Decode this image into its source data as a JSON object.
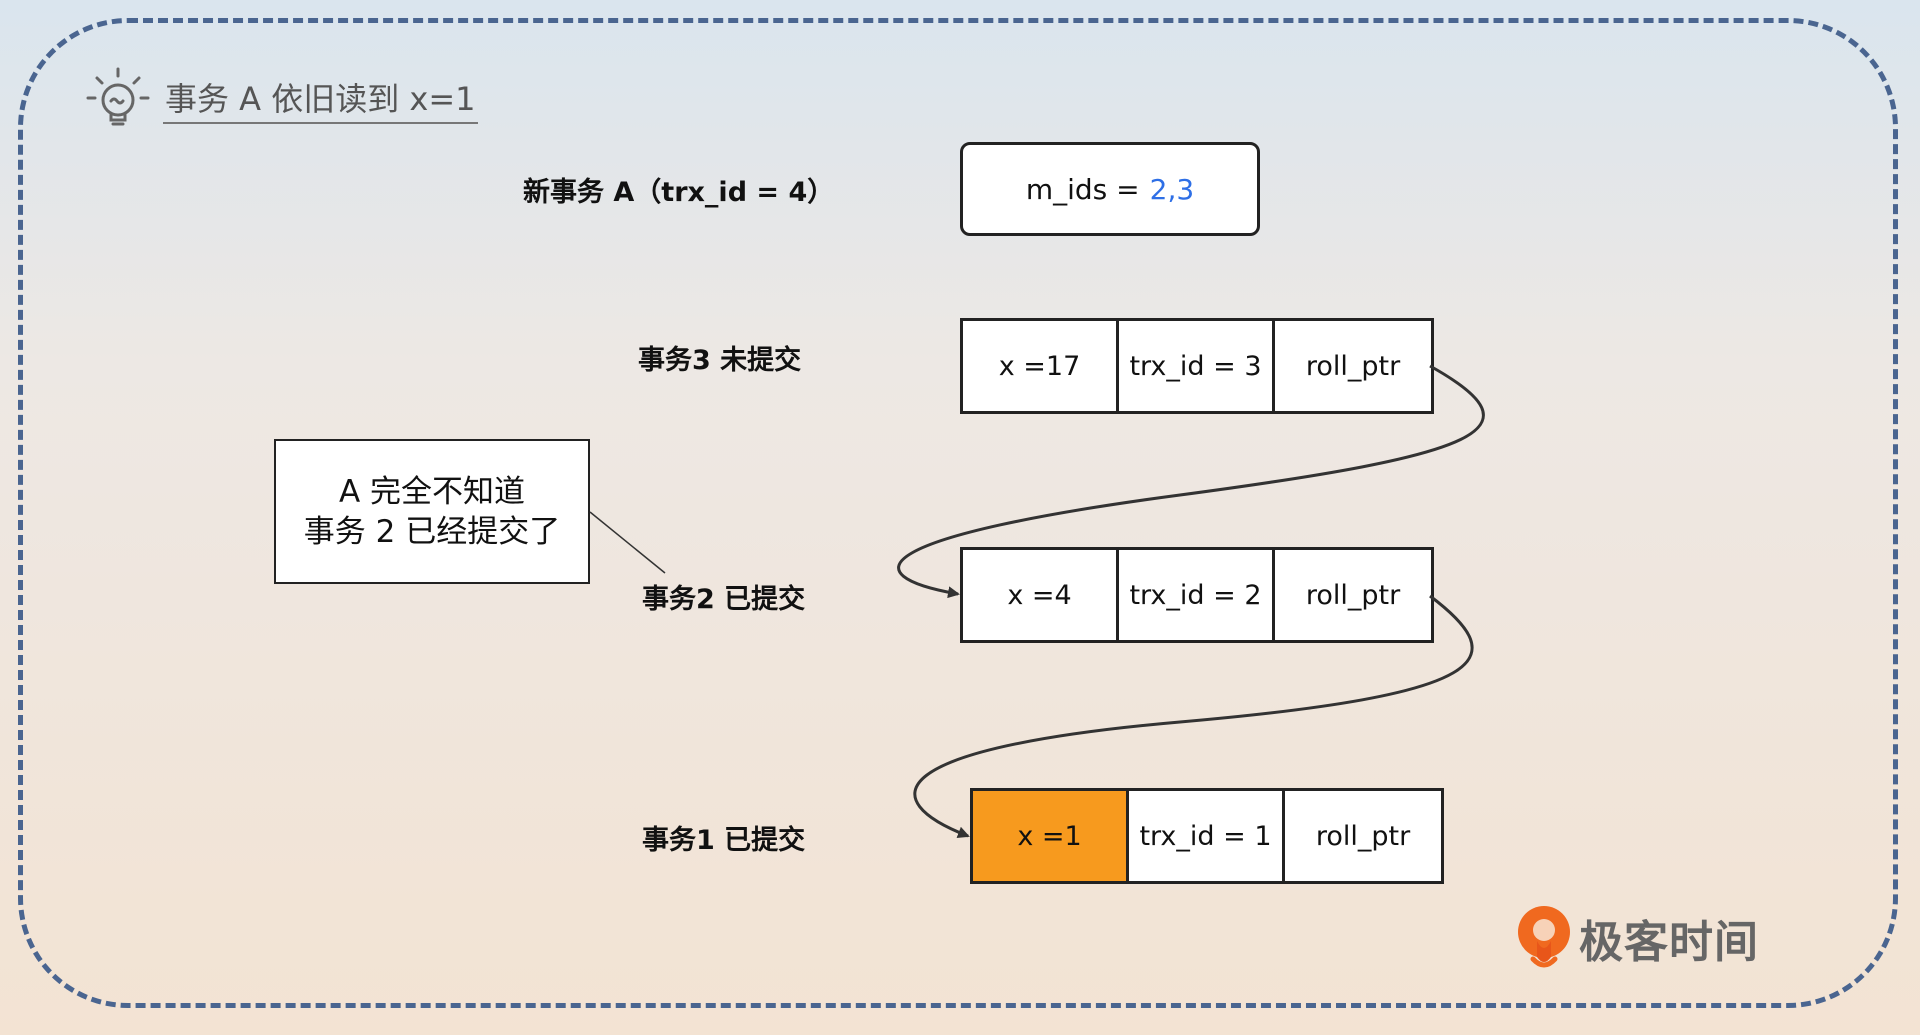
{
  "header": {
    "title": "事务 A 依旧读到 x=1",
    "icon": "lightbulb-icon"
  },
  "new_tx": {
    "label": "新事务 A（trx_id = 4）",
    "mids_key": "m_ids =",
    "mids_value": "2,3"
  },
  "tx3": {
    "label": "事务3 未提交",
    "cells": [
      "x =17",
      "trx_id = 3",
      "roll_ptr"
    ]
  },
  "tx2": {
    "label": "事务2 已提交",
    "cells": [
      "x =4",
      "trx_id = 2",
      "roll_ptr"
    ]
  },
  "tx1": {
    "label": "事务1 已提交",
    "cells": [
      "x =1",
      "trx_id = 1",
      "roll_ptr"
    ]
  },
  "note": {
    "line1": "A 完全不知道",
    "line2": "事务 2 已经提交了"
  },
  "brand": {
    "name": "极客时间",
    "icon": "geektime-logo-icon"
  },
  "colors": {
    "frame": "#4a6590",
    "highlight": "#f79a1e",
    "mids_value": "#2e6fe6"
  }
}
